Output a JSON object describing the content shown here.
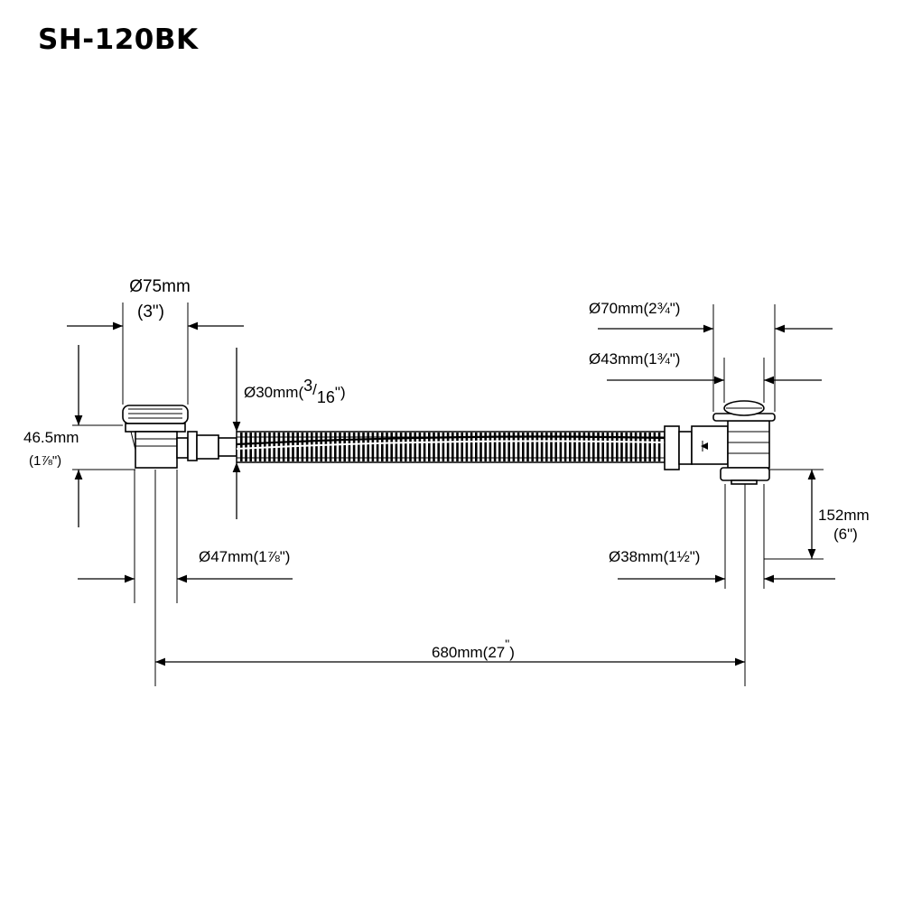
{
  "title": "SH-120BK",
  "dimensions": {
    "overflow_diameter": {
      "metric": "Ø75mm",
      "imperial": "(3\")"
    },
    "overflow_height": {
      "metric": "46.5mm",
      "imperial": "(1⅞\")"
    },
    "hose_diameter": {
      "metric": "Ø30mm(",
      "sup": "3",
      "sub": "16",
      "close": "\")"
    },
    "overflow_tail_diameter": {
      "label": "Ø47mm(1⅞\")"
    },
    "drain_outer_diameter": {
      "label": "Ø70mm(2¾\")"
    },
    "drain_inner_diameter": {
      "label": "Ø43mm(1¾\")"
    },
    "drain_tail_length": {
      "metric": "152mm",
      "imperial": "(6\")"
    },
    "drain_tail_diameter": {
      "label": "Ø38mm(1½\")"
    },
    "overall_length": {
      "metric": "680mm(27",
      "close": ")"
    }
  },
  "colors": {
    "line": "#000000",
    "background": "#ffffff"
  }
}
